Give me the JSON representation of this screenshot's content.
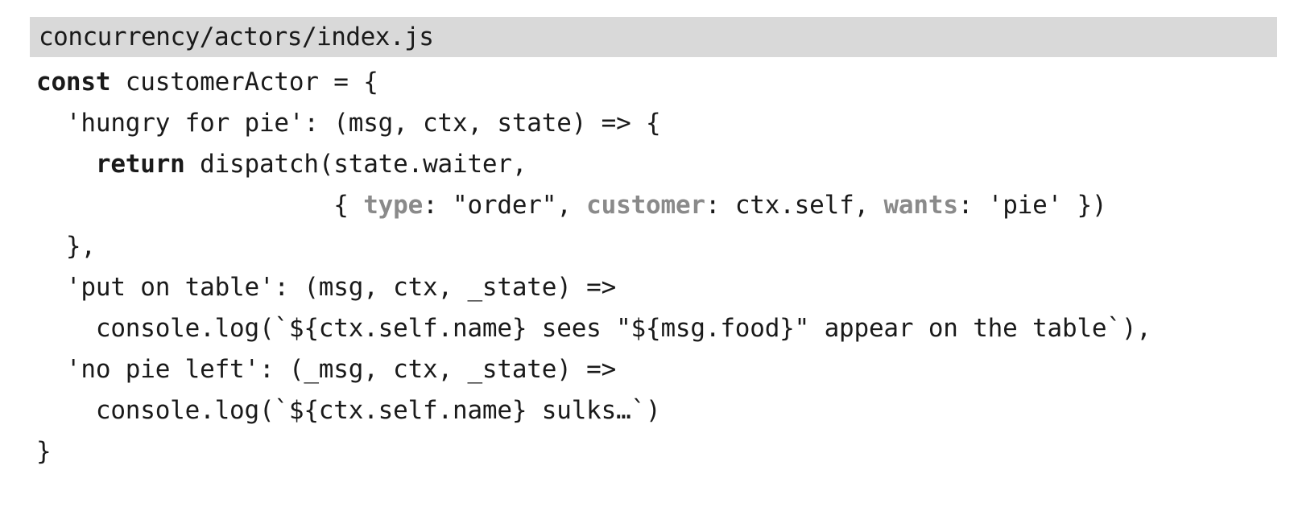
{
  "header": {
    "filename": "concurrency/actors/index.js"
  },
  "colors": {
    "page_bg": "#ffffff",
    "header_bg": "#d9d9d9",
    "code_text": "#1a1a1a",
    "property_gray": "#8a8a8a"
  },
  "code": {
    "language": "javascript",
    "lines": [
      {
        "segments": [
          {
            "style": "keyword",
            "text": "const"
          },
          {
            "style": "plain",
            "text": " customerActor = {"
          }
        ]
      },
      {
        "segments": [
          {
            "style": "plain",
            "text": "  'hungry for pie': (msg, ctx, state) => {"
          }
        ]
      },
      {
        "segments": [
          {
            "style": "plain",
            "text": "    "
          },
          {
            "style": "keyword",
            "text": "return"
          },
          {
            "style": "plain",
            "text": " dispatch(state.waiter,"
          }
        ]
      },
      {
        "segments": [
          {
            "style": "plain",
            "text": "                    { "
          },
          {
            "style": "property",
            "text": "type"
          },
          {
            "style": "plain",
            "text": ": \"order\", "
          },
          {
            "style": "property",
            "text": "customer"
          },
          {
            "style": "plain",
            "text": ": ctx.self, "
          },
          {
            "style": "property",
            "text": "wants"
          },
          {
            "style": "plain",
            "text": ": 'pie' })"
          }
        ]
      },
      {
        "segments": [
          {
            "style": "plain",
            "text": "  },"
          }
        ]
      },
      {
        "segments": [
          {
            "style": "plain",
            "text": "  'put on table': (msg, ctx, _state) =>"
          }
        ]
      },
      {
        "segments": [
          {
            "style": "plain",
            "text": "    console.log(`${ctx.self.name} sees \"${msg.food}\" appear on the table`),"
          }
        ]
      },
      {
        "segments": [
          {
            "style": "plain",
            "text": "  'no pie left': (_msg, ctx, _state) =>"
          }
        ]
      },
      {
        "segments": [
          {
            "style": "plain",
            "text": "    console.log(`${ctx.self.name} sulks…`)"
          }
        ]
      },
      {
        "segments": [
          {
            "style": "plain",
            "text": "}"
          }
        ]
      }
    ]
  }
}
